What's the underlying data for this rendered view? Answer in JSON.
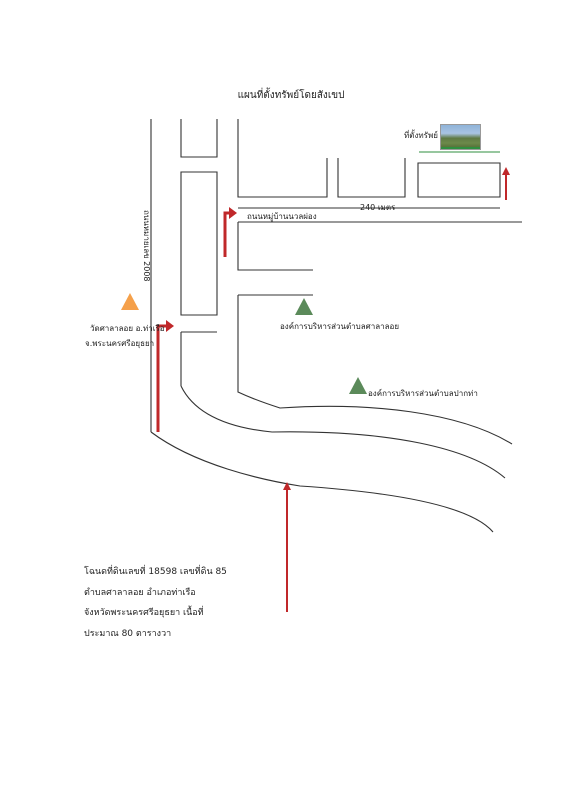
{
  "title": "แผนที่ตั้งทรัพย์โดยสังเขป",
  "labels": {
    "property": "ที่ตั้งทรัพย์",
    "distance": "240 เมตร",
    "village_road": "ถนนหมู่บ้านนวลผ่อง",
    "main_road": "ถนนหมายเลข 2008",
    "temple_line1": "วัดศาลาลอย อ.ท่าเรือ",
    "temple_line2": "จ.พระนครศรีอยุธยา",
    "sao_salaloi": "องค์การบริหารส่วนตำบลศาลาลอย",
    "sao_pakta": "องค์การบริหารส่วนตำบลปากท่า"
  },
  "deed": {
    "line1": "โฉนดที่ดินเลขที่ 18598 เลขที่ดิน 85",
    "line2": "ตำบลศาลาลอย อำเภอท่าเรือ",
    "line3": "จังหวัดพระนครศรีอยุธยา เนื้อที่",
    "line4": "ประมาณ 80 ตารางวา"
  },
  "colors": {
    "route": "#c0282a",
    "temple_marker": "#f5a04a",
    "sao_marker": "#5b8a5a",
    "road_line": "#333333"
  },
  "icons": [
    "property-photo",
    "temple-triangle",
    "sao-triangle",
    "route-arrow"
  ]
}
